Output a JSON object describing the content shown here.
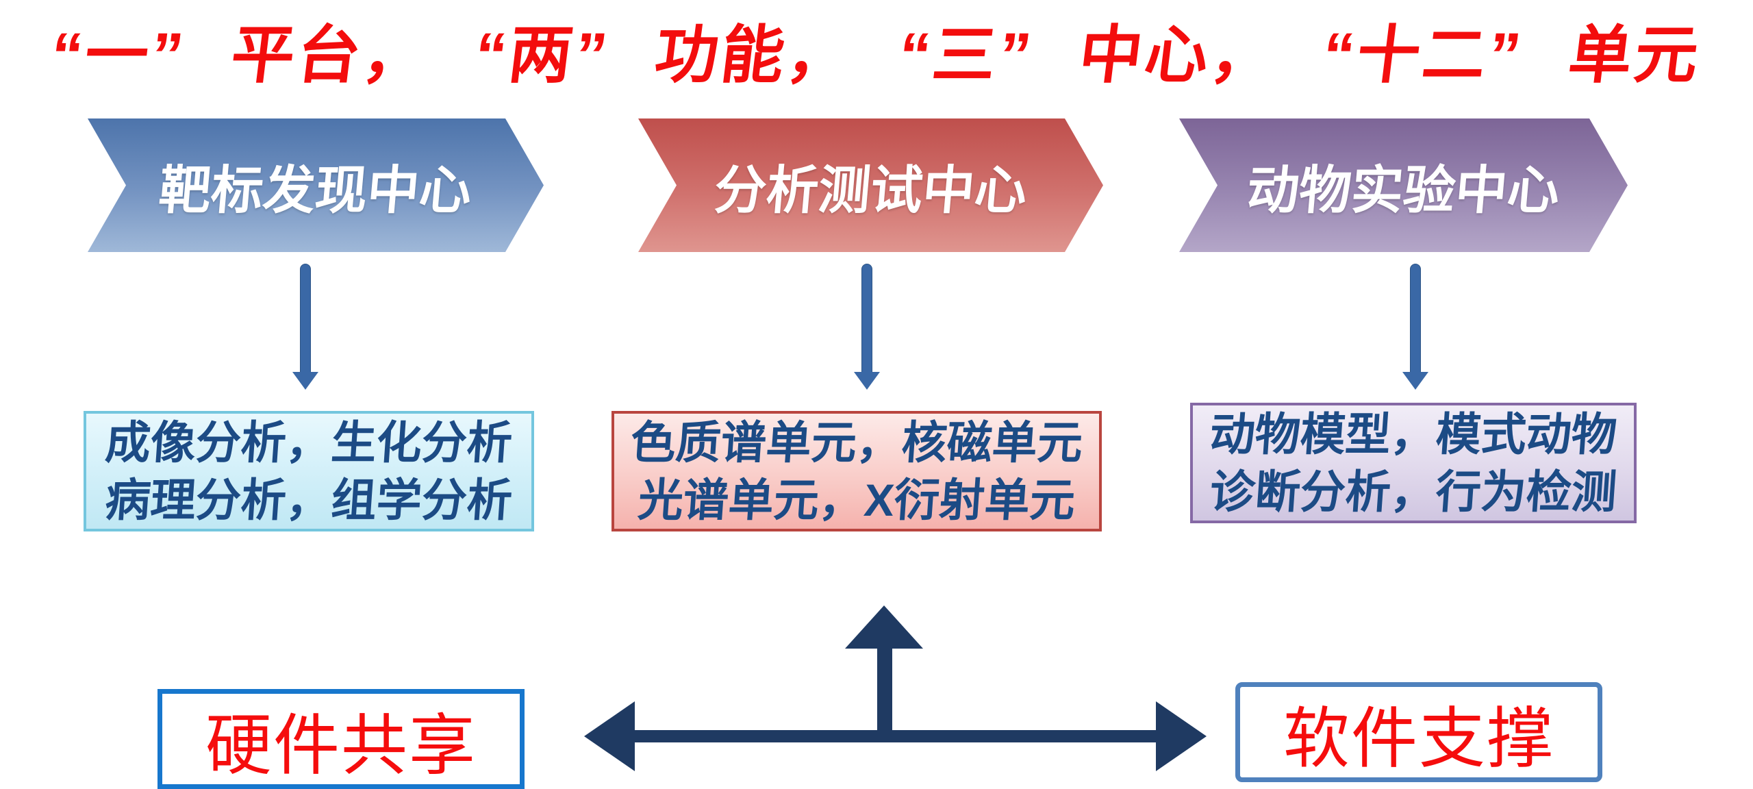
{
  "title": "“一” 平台， “两” 功能， “三” 中心， “十二” 单元",
  "colors": {
    "title_red": "#f30d0d",
    "bottom_text_red": "#f50d0d",
    "unit_text_navy": "#1c4b85",
    "t_arrow_navy": "#1f3a62",
    "down_arrow_blue": "#3a68a6",
    "banner1_gradient_top": "#4d74ab",
    "banner1_gradient_bottom": "#9fb8d8",
    "banner2_gradient_top": "#bf4f4c",
    "banner2_gradient_bottom": "#df958f",
    "banner3_gradient_top": "#7d6597",
    "banner3_gradient_bottom": "#b4a6c8",
    "unit_box1_border": "#74c6de",
    "unit_box1_bg": "#c0e8f4",
    "unit_box2_border": "#b9453f",
    "unit_box2_bg": "#f5b2ad",
    "unit_box3_border": "#8569a5",
    "unit_box3_bg": "#d0c6e1",
    "hardware_box_border": "#1777cd",
    "software_box_border": "#4f81bd"
  },
  "centers": [
    {
      "label": "靶标发现中心",
      "units": [
        "成像分析，生化分析",
        "病理分析，组学分析"
      ]
    },
    {
      "label": "分析测试中心",
      "units": [
        "色质谱单元，核磁单元",
        "光谱单元，X衍射单元"
      ]
    },
    {
      "label": "动物实验中心",
      "units": [
        "动物模型，模式动物",
        "诊断分析，行为检测"
      ]
    }
  ],
  "bottom": {
    "hardware_label": "硬件共享",
    "software_label": "软件支撑"
  }
}
